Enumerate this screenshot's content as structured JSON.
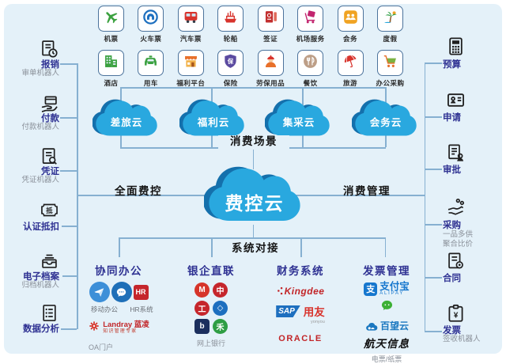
{
  "colors": {
    "panel_bg": "#E4F1F9",
    "line": "#86B0D1",
    "cloud": "#29A8DF",
    "cloud_shadow": "#1470AC",
    "label_blue": "#2E3192"
  },
  "top_services": {
    "rows": [
      [
        {
          "icon": "plane-icon",
          "label": "机票"
        },
        {
          "icon": "train-ticket-icon",
          "label": "火车票"
        },
        {
          "icon": "bus-icon",
          "label": "汽车票"
        },
        {
          "icon": "ship-icon",
          "label": "轮船"
        },
        {
          "icon": "passport-icon",
          "label": "签证"
        },
        {
          "icon": "luggage-cart-icon",
          "label": "机场服务"
        },
        {
          "icon": "meeting-people-icon",
          "label": "会务"
        },
        {
          "icon": "palm-vacation-icon",
          "label": "度假"
        }
      ],
      [
        {
          "icon": "hotel-icon",
          "label": "酒店"
        },
        {
          "icon": "taxi-icon",
          "label": "用车"
        },
        {
          "icon": "shop-icon",
          "label": "福利平台"
        },
        {
          "icon": "shield-insurance-icon",
          "label": "保险",
          "char": "保"
        },
        {
          "icon": "worker-icon",
          "label": "劳保用品"
        },
        {
          "icon": "dining-icon",
          "label": "餐饮"
        },
        {
          "icon": "umbrella-travel-icon",
          "label": "旅游"
        },
        {
          "icon": "shopping-cart-icon",
          "label": "办公采购"
        }
      ]
    ]
  },
  "left_panel": {
    "items": [
      {
        "icon": "receipt-icon",
        "label": "报销",
        "sub": "审单机器人"
      },
      {
        "icon": "payment-icon",
        "label": "付款",
        "sub": "付款机器人"
      },
      {
        "icon": "voucher-icon",
        "label": "凭证",
        "sub": "凭证机器人"
      },
      {
        "icon": "ticket-deduct-icon",
        "label": "认证抵扣",
        "char": "抵"
      },
      {
        "icon": "archive-icon",
        "label": "电子档案",
        "sub": "归档机器人"
      },
      {
        "icon": "data-list-icon",
        "label": "数据分析"
      }
    ]
  },
  "right_panel": {
    "items": [
      {
        "icon": "calculator-icon",
        "label": "预算"
      },
      {
        "icon": "id-card-icon",
        "label": "申请"
      },
      {
        "icon": "approve-doc-icon",
        "label": "审批"
      },
      {
        "icon": "procure-hand-icon",
        "label": "采购",
        "sub": "一品多供\n聚合比价"
      },
      {
        "icon": "contract-icon",
        "label": "合同"
      },
      {
        "icon": "invoice-clipboard-icon",
        "label": "发票",
        "sub": "签收机器人",
        "char": "¥"
      }
    ]
  },
  "scene_clouds": {
    "items": [
      "差旅云",
      "福利云",
      "集采云",
      "会务云"
    ],
    "caption": "消费场景"
  },
  "center": {
    "cloud": "费控云",
    "left": "全面费控",
    "right": "消费管理",
    "bottom": "系统对接"
  },
  "groups": {
    "collab": {
      "title": "协同办公",
      "labels": [
        "移动办公",
        "HR系统"
      ],
      "hr": "HR",
      "landray": "Landray 蓝凌",
      "landray_sub": "知识管理专家",
      "caption": "OA门户"
    },
    "banks": {
      "title": "银企直联",
      "caption": "网上银行",
      "logos": [
        {
          "name": "cmb-bank-logo",
          "char": "M",
          "bg": "#D6342A",
          "shape": "circle"
        },
        {
          "name": "boc-bank-logo",
          "char": "中",
          "bg": "#C5262C",
          "shape": "circle"
        },
        {
          "name": "icbc-bank-logo",
          "char": "工",
          "bg": "#C5262C",
          "shape": "circle"
        },
        {
          "name": "ccb-bank-logo",
          "char": "◇",
          "bg": "#1D6FBF",
          "shape": "circle"
        },
        {
          "name": "bank-logo",
          "char": "b",
          "bg": "#1B2F5E",
          "shape": "square"
        },
        {
          "name": "abc-bank-logo",
          "char": "禾",
          "bg": "#2E9E44",
          "shape": "circle"
        }
      ]
    },
    "finance": {
      "title": "财务系统",
      "kingdee": "Kingdee",
      "sap": "SAP",
      "yonyou": "用友",
      "yonyou_sub": "yonyou",
      "oracle": "ORACLE"
    },
    "invoice": {
      "title": "发票管理",
      "alipay_badge": "支",
      "alipay": "支付宝",
      "alipay_sub": "ALIPAY",
      "baiwang": "百望云",
      "aisino": "航天信息",
      "caption": "电票/纸票"
    }
  }
}
